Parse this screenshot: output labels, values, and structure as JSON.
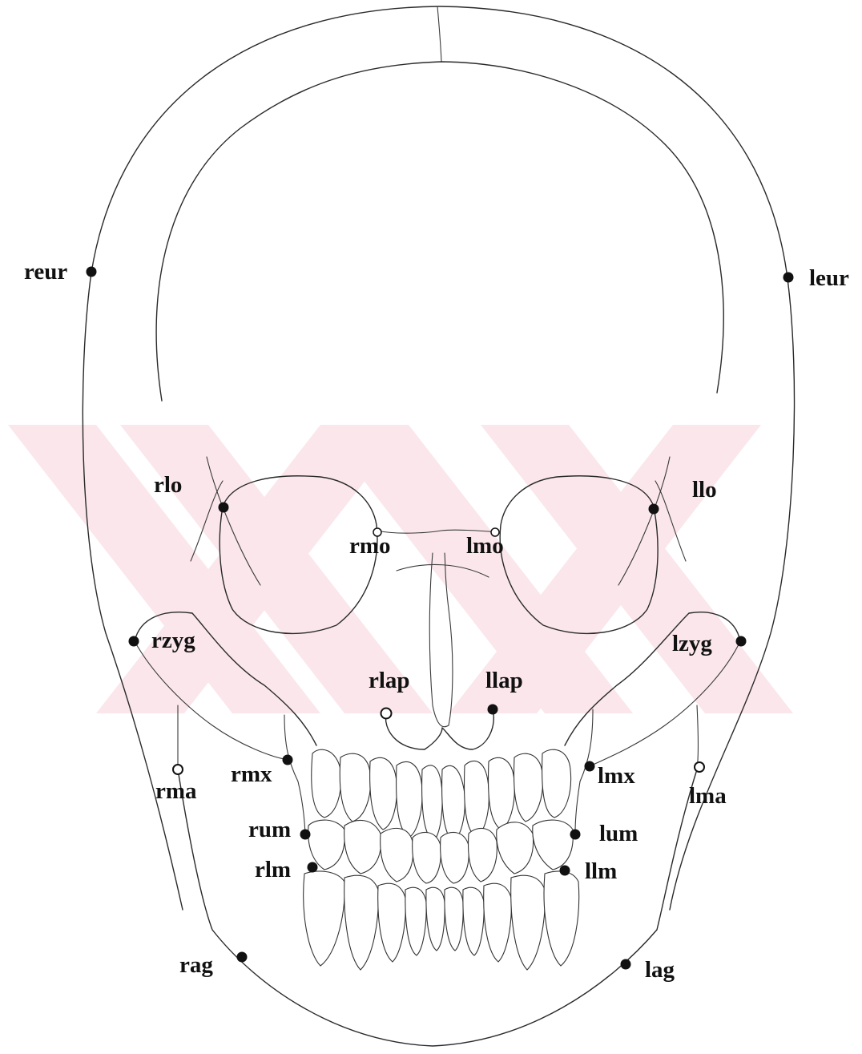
{
  "landmarks": [
    {
      "id": "reur",
      "label": "reur",
      "style": "filled"
    },
    {
      "id": "leur",
      "label": "leur",
      "style": "filled"
    },
    {
      "id": "rlo",
      "label": "rlo",
      "style": "filled"
    },
    {
      "id": "llo",
      "label": "llo",
      "style": "filled"
    },
    {
      "id": "rmo",
      "label": "rmo",
      "style": "open"
    },
    {
      "id": "lmo",
      "label": "lmo",
      "style": "open"
    },
    {
      "id": "rzyg",
      "label": "rzyg",
      "style": "filled"
    },
    {
      "id": "lzyg",
      "label": "lzyg",
      "style": "filled"
    },
    {
      "id": "rlap",
      "label": "rlap",
      "style": "ring"
    },
    {
      "id": "llap",
      "label": "llap",
      "style": "filled"
    },
    {
      "id": "rmx",
      "label": "rmx",
      "style": "filled"
    },
    {
      "id": "lmx",
      "label": "lmx",
      "style": "filled"
    },
    {
      "id": "rma",
      "label": "rma",
      "style": "ring"
    },
    {
      "id": "lma",
      "label": "lma",
      "style": "ring"
    },
    {
      "id": "rum",
      "label": "rum",
      "style": "filled"
    },
    {
      "id": "lum",
      "label": "lum",
      "style": "filled"
    },
    {
      "id": "rlm",
      "label": "rlm",
      "style": "filled"
    },
    {
      "id": "llm",
      "label": "llm",
      "style": "filled"
    },
    {
      "id": "rag",
      "label": "rag",
      "style": "filled"
    },
    {
      "id": "lag",
      "label": "lag",
      "style": "filled"
    }
  ],
  "colors": {
    "line": "#2a2a2a",
    "point": "#111111",
    "watermark": "#f7d3db"
  }
}
